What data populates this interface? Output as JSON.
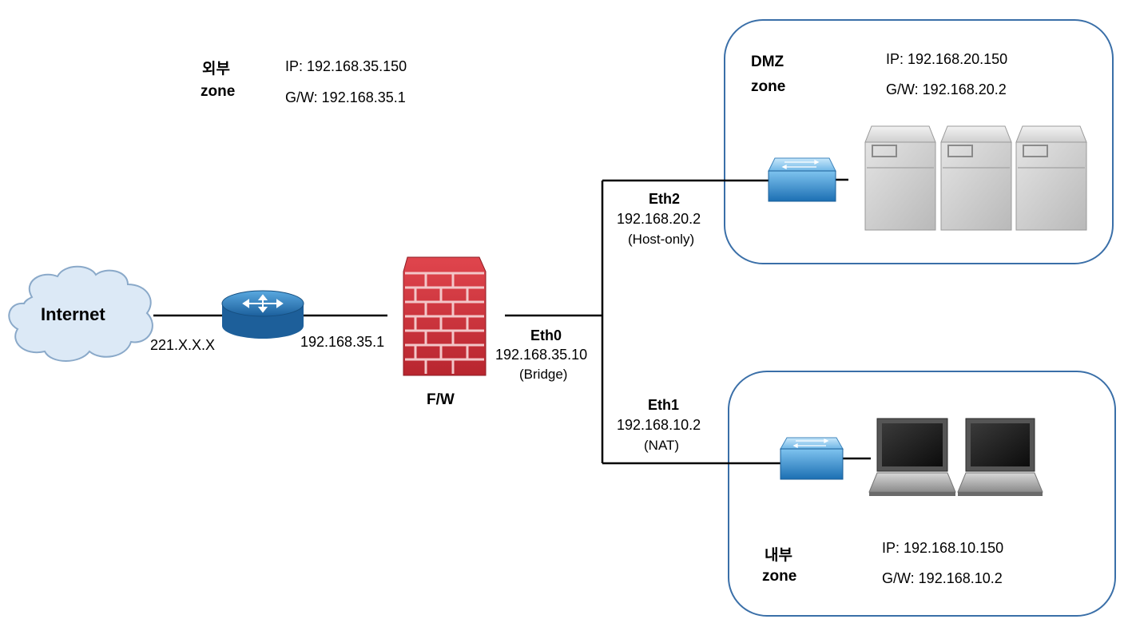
{
  "external_zone": {
    "name_line1": "외부",
    "name_line2": "zone",
    "ip": "IP: 192.168.35.150",
    "gw": "G/W: 192.168.35.1"
  },
  "dmz_zone": {
    "name_line1": "DMZ",
    "name_line2": "zone",
    "ip": "IP: 192.168.20.150",
    "gw": "G/W: 192.168.20.2"
  },
  "internal_zone": {
    "name_line1": "내부",
    "name_line2": "zone",
    "ip": "IP: 192.168.10.150",
    "gw": "G/W: 192.168.10.2"
  },
  "internet": {
    "label": "Internet",
    "ip": "221.X.X.X"
  },
  "router": {
    "ip": "192.168.35.1"
  },
  "firewall": {
    "label": "F/W"
  },
  "eth0": {
    "name": "Eth0",
    "ip": "192.168.35.10",
    "mode": "(Bridge)"
  },
  "eth1": {
    "name": "Eth1",
    "ip": "192.168.10.2",
    "mode": "(NAT)"
  },
  "eth2": {
    "name": "Eth2",
    "ip": "192.168.20.2",
    "mode": "(Host-only)"
  },
  "colors": {
    "zone_border": "#3a6fa8",
    "switch": "#2e86c8",
    "firewall": "#c8343c",
    "cloud": "#dce9f6"
  }
}
